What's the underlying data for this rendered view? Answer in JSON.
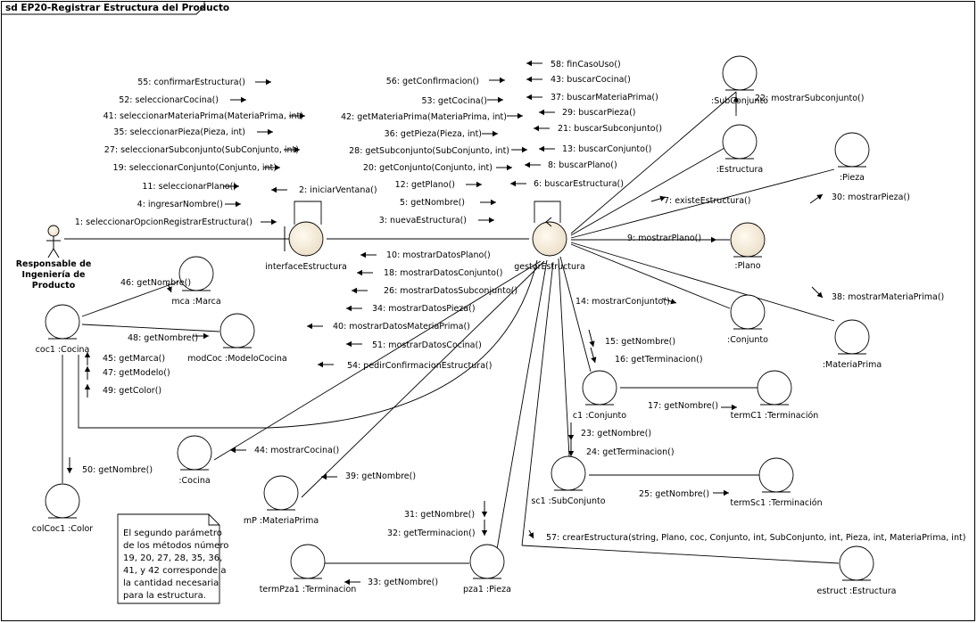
{
  "frame": {
    "title": "sd EP20-Registrar Estructura del Producto"
  },
  "actor": {
    "lines": [
      "Responsable de",
      "Ingeniería de",
      "Producto"
    ]
  },
  "objects": [
    {
      "id": "interface",
      "label": "interfaceEstructura",
      "kind": "boundary",
      "filled": true
    },
    {
      "id": "gestor",
      "label": "gestorEstructura",
      "kind": "control",
      "filled": true
    },
    {
      "id": "sub",
      "label": ":SubConjunto",
      "kind": "entity"
    },
    {
      "id": "est",
      "label": ":Estructura",
      "kind": "entity"
    },
    {
      "id": "pieza",
      "label": ":Pieza",
      "kind": "entity"
    },
    {
      "id": "plano",
      "label": ":Plano",
      "kind": "entity",
      "filled": true
    },
    {
      "id": "conj",
      "label": ":Conjunto",
      "kind": "entity"
    },
    {
      "id": "mp",
      "label": ":MateriaPrima",
      "kind": "entity"
    },
    {
      "id": "marca",
      "label": "mca :Marca",
      "kind": "entity"
    },
    {
      "id": "modelo",
      "label": "modCoc :ModeloCocina",
      "kind": "entity"
    },
    {
      "id": "coc1",
      "label": "coc1 :Cocina",
      "kind": "entity"
    },
    {
      "id": "c1",
      "label": "c1 :Conjunto",
      "kind": "entity"
    },
    {
      "id": "termc1",
      "label": "termC1 :Terminación",
      "kind": "entity"
    },
    {
      "id": "cocina",
      "label": ":Cocina",
      "kind": "entity"
    },
    {
      "id": "sc1",
      "label": "sc1 :SubConjunto",
      "kind": "entity"
    },
    {
      "id": "termsc1",
      "label": "termSc1 :Terminación",
      "kind": "entity"
    },
    {
      "id": "mp2",
      "label": "mP :MateriaPrima",
      "kind": "entity"
    },
    {
      "id": "colcoc",
      "label": "colCoc1 :Color",
      "kind": "entity"
    },
    {
      "id": "termpza",
      "label": "termPza1 :Terminacion",
      "kind": "entity"
    },
    {
      "id": "pza1",
      "label": "pza1 :Pieza",
      "kind": "entity"
    },
    {
      "id": "estruct",
      "label": "estruct :Estructura",
      "kind": "entity"
    }
  ],
  "messages": [
    {
      "id": "m55",
      "text": "55: confirmarEstructura()",
      "dir": "right"
    },
    {
      "id": "m52",
      "text": "52: seleccionarCocina()",
      "dir": "right"
    },
    {
      "id": "m41",
      "text": "41: seleccionarMateriaPrima(MateriaPrima, int)",
      "dir": "right"
    },
    {
      "id": "m35",
      "text": "35: seleccionarPieza(Pieza, int)",
      "dir": "right"
    },
    {
      "id": "m27",
      "text": "27: seleccionarSubconjunto(SubConjunto, int)",
      "dir": "right"
    },
    {
      "id": "m19",
      "text": "19: seleccionarConjunto(Conjunto, int)",
      "dir": "right"
    },
    {
      "id": "m11",
      "text": "11: seleccionarPlano()",
      "dir": "right"
    },
    {
      "id": "m4",
      "text": "4: ingresarNombre()",
      "dir": "right"
    },
    {
      "id": "m1",
      "text": "1: seleccionarOpcionRegistrarEstructura()",
      "dir": "right"
    },
    {
      "id": "m2",
      "text": "2: iniciarVentana()",
      "dir": "left"
    },
    {
      "id": "m56",
      "text": "56: getConfirmacion()",
      "dir": "right"
    },
    {
      "id": "m53",
      "text": "53: getCocina()",
      "dir": "right"
    },
    {
      "id": "m42",
      "text": "42: getMateriaPrima(MateriaPrima, int)",
      "dir": "right"
    },
    {
      "id": "m36",
      "text": "36: getPieza(Pieza, int)",
      "dir": "right"
    },
    {
      "id": "m28",
      "text": "28: getSubconjunto(SubConjunto, int)",
      "dir": "right"
    },
    {
      "id": "m20",
      "text": "20: getConjunto(Conjunto, int)",
      "dir": "right"
    },
    {
      "id": "m12",
      "text": "12: getPlano()",
      "dir": "right"
    },
    {
      "id": "m5",
      "text": "5: getNombre()",
      "dir": "right"
    },
    {
      "id": "m3",
      "text": "3: nuevaEstructura()",
      "dir": "right"
    },
    {
      "id": "m58",
      "text": "58: finCasoUso()",
      "dir": "left"
    },
    {
      "id": "m43",
      "text": "43: buscarCocina()",
      "dir": "left"
    },
    {
      "id": "m37",
      "text": "37: buscarMateriaPrima()",
      "dir": "left"
    },
    {
      "id": "m29",
      "text": "29: buscarPieza()",
      "dir": "left"
    },
    {
      "id": "m21",
      "text": "21: buscarSubconjunto()",
      "dir": "left"
    },
    {
      "id": "m13",
      "text": "13: buscarConjunto()",
      "dir": "left"
    },
    {
      "id": "m8",
      "text": "8: buscarPlano()",
      "dir": "left"
    },
    {
      "id": "m6",
      "text": "6: buscarEstructura()",
      "dir": "left"
    },
    {
      "id": "m10",
      "text": "10: mostrarDatosPlano()",
      "dir": "left"
    },
    {
      "id": "m18",
      "text": "18: mostrarDatosConjunto()",
      "dir": "left"
    },
    {
      "id": "m26",
      "text": "26: mostrarDatosSubconjunto()",
      "dir": "left"
    },
    {
      "id": "m34",
      "text": "34: mostrarDatosPieza()",
      "dir": "left"
    },
    {
      "id": "m40",
      "text": "40: mostrarDatosMateriaPrima()",
      "dir": "left"
    },
    {
      "id": "m51",
      "text": "51: mostrarDatosCocina()",
      "dir": "left"
    },
    {
      "id": "m54",
      "text": "54: pedirConfirmacionEstructura()",
      "dir": "left"
    },
    {
      "id": "m22",
      "text": "22: mostrarSubconjunto()",
      "dir": "up"
    },
    {
      "id": "m7",
      "text": "7: existeEstructura()",
      "dir": "right"
    },
    {
      "id": "m30",
      "text": "30: mostrarPieza()",
      "dir": "right"
    },
    {
      "id": "m9",
      "text": "9: mostrarPlano()",
      "dir": "right"
    },
    {
      "id": "m38",
      "text": "38: mostrarMateriaPrima()",
      "dir": "right"
    },
    {
      "id": "m14",
      "text": "14: mostrarConjunto()",
      "dir": "right"
    },
    {
      "id": "m15",
      "text": "15: getNombre()",
      "dir": "down"
    },
    {
      "id": "m16",
      "text": "16: getTerminacion()",
      "dir": "down"
    },
    {
      "id": "m17",
      "text": "17: getNombre()",
      "dir": "right"
    },
    {
      "id": "m23",
      "text": "23: getNombre()",
      "dir": "down"
    },
    {
      "id": "m24",
      "text": "24: getTerminacion()",
      "dir": "down"
    },
    {
      "id": "m25",
      "text": "25: getNombre()",
      "dir": "right"
    },
    {
      "id": "m44",
      "text": "44: mostrarCocina()",
      "dir": "left"
    },
    {
      "id": "m39",
      "text": "39: getNombre()",
      "dir": "left"
    },
    {
      "id": "m31",
      "text": "31: getNombre()",
      "dir": "down"
    },
    {
      "id": "m32",
      "text": "32: getTerminacion()",
      "dir": "down"
    },
    {
      "id": "m33",
      "text": "33: getNombre()",
      "dir": "left"
    },
    {
      "id": "m57",
      "text": "57: crearEstructura(string, Plano, coc, Conjunto, int, SubConjunto, int, Pieza, int, MateriaPrima, int)",
      "dir": "right"
    },
    {
      "id": "m46",
      "text": "46: getNombre()",
      "dir": "right"
    },
    {
      "id": "m48",
      "text": "48: getNombre()",
      "dir": "right"
    },
    {
      "id": "m45",
      "text": "45: getMarca()",
      "dir": "up"
    },
    {
      "id": "m47",
      "text": "47: getModelo()",
      "dir": "up"
    },
    {
      "id": "m49",
      "text": "49: getColor()",
      "dir": "up"
    },
    {
      "id": "m50",
      "text": "50: getNombre()",
      "dir": "down"
    }
  ],
  "note": {
    "lines": [
      "El segundo parámetro",
      "de los métodos número",
      "19, 20, 27, 28, 35, 36,",
      "41, y 42 corresponde a",
      "la cantidad necesaria",
      "para la estructura."
    ]
  }
}
